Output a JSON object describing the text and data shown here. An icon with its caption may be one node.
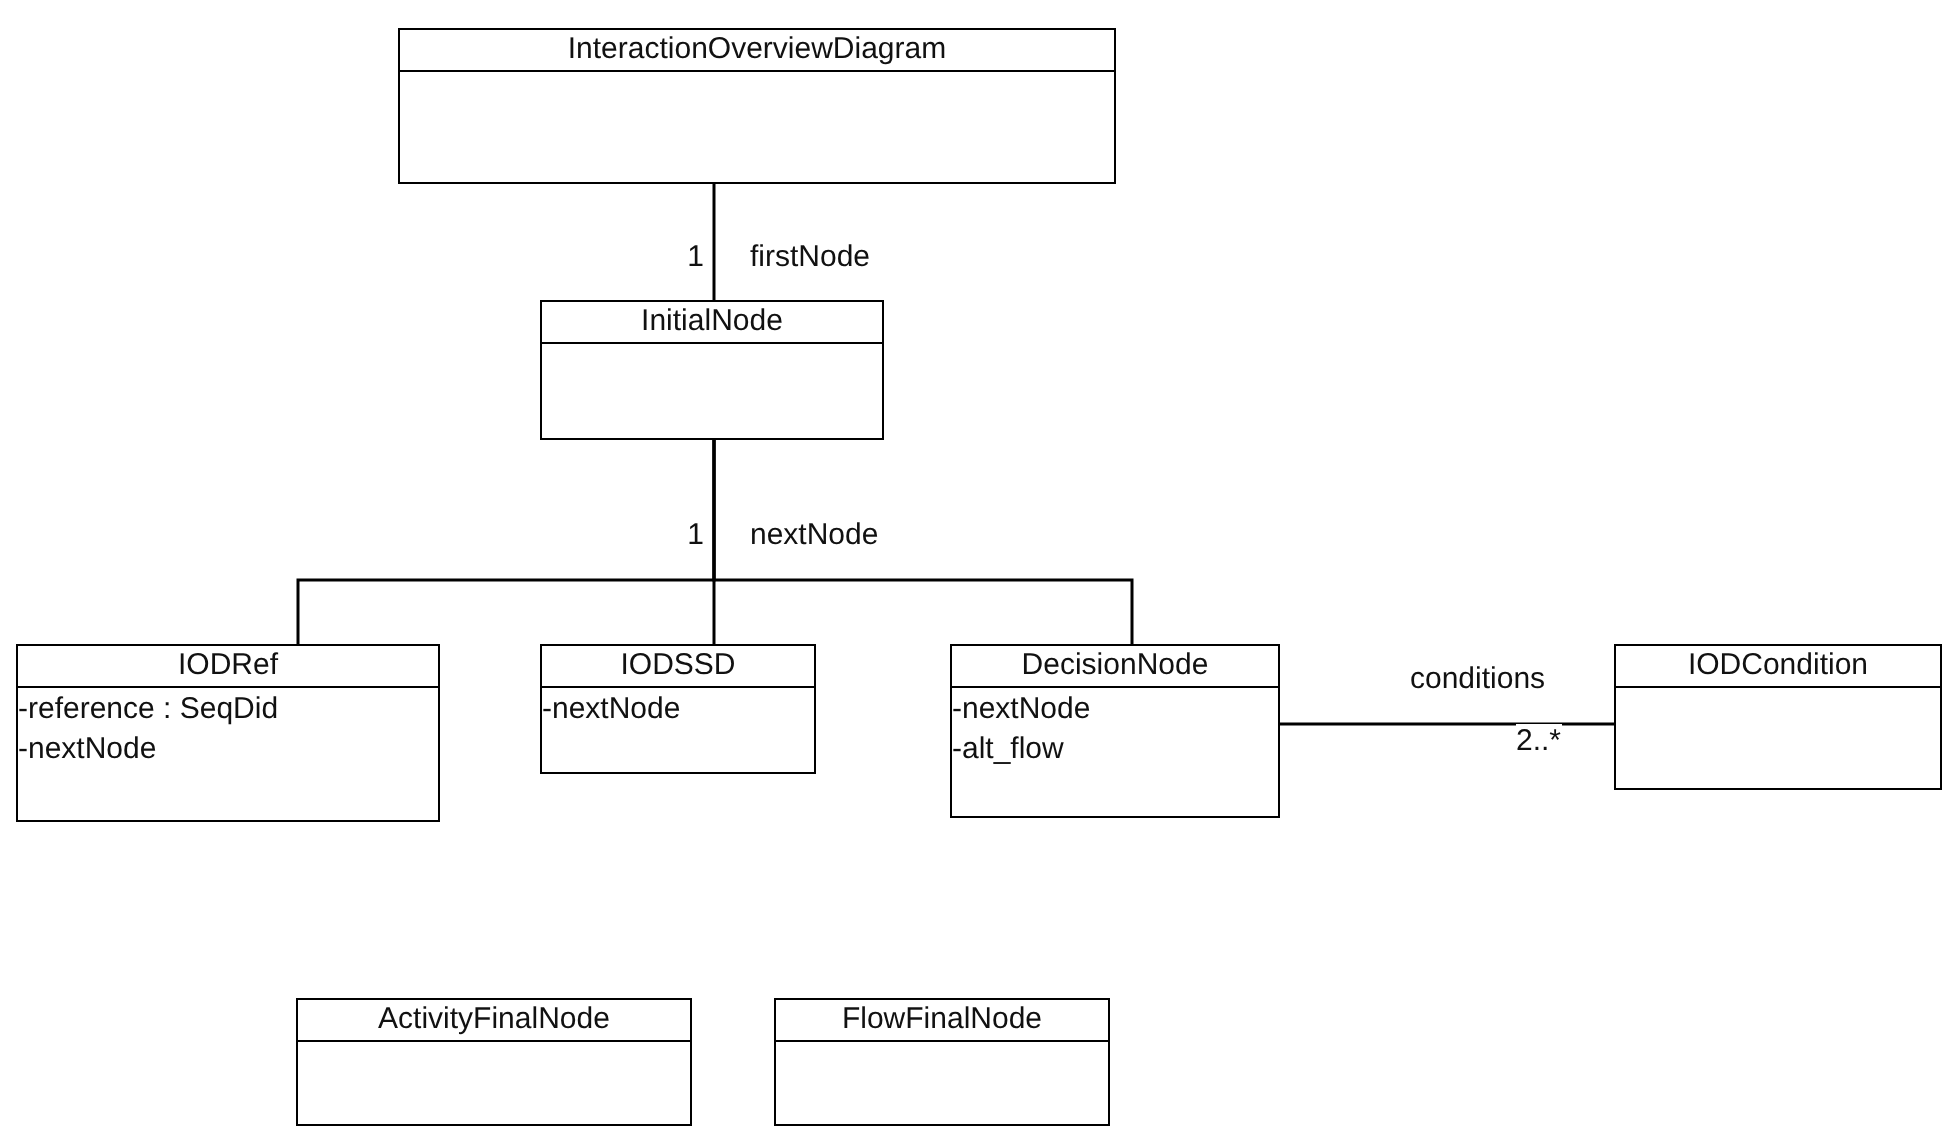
{
  "diagram": {
    "nodes": [
      {
        "text": [
          "InteractionOverviewDiagram"
        ]
      },
      {
        "text": [
          "InitialNode"
        ]
      },
      {
        "text": [
          "IODRef",
          "-reference : SeqDid",
          "-nextNode"
        ]
      },
      {
        "text": [
          "IODSSD",
          "-nextNode"
        ]
      },
      {
        "text": [
          "DecisionNode",
          "-nextNode",
          "-alt_flow"
        ]
      },
      {
        "text": [
          "IODCondition"
        ]
      },
      {
        "text": [
          "ActivityFinalNode"
        ]
      },
      {
        "text": [
          "FlowFinalNode"
        ]
      }
    ],
    "edges": [
      {
        "from": 0,
        "to": 1,
        "arrow": "none",
        "label": "firstNode"
      },
      {
        "from": 1,
        "to": 2,
        "arrow": "none",
        "label": "nextNode"
      },
      {
        "from": 1,
        "to": 3,
        "arrow": "none"
      },
      {
        "from": 1,
        "to": 4,
        "arrow": "none"
      },
      {
        "from": 4,
        "to": 5,
        "arrow": "none",
        "label": "conditions"
      }
    ],
    "labels": [
      "1",
      "1",
      "2..*"
    ]
  }
}
